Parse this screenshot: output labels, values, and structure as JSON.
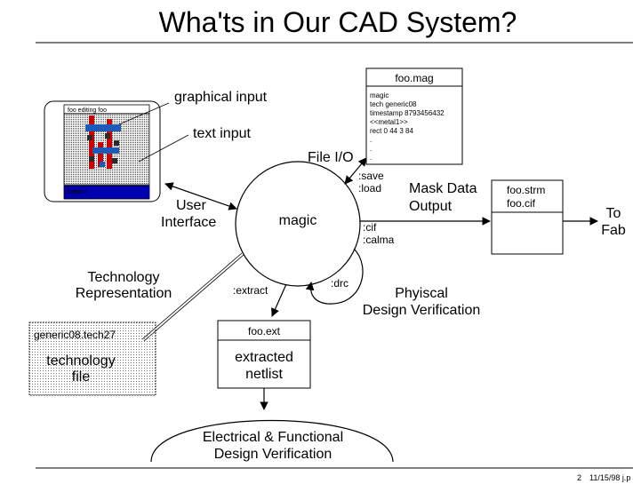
{
  "title": "Wha'ts in Our CAD System?",
  "center": {
    "label": "magic"
  },
  "screenshot_window": {
    "title": "foo editing foo",
    "status": "Gen/cif"
  },
  "labels": {
    "graphical_input": "graphical input",
    "text_input": "text input",
    "user_interface": [
      "User",
      "Interface"
    ],
    "file_io": "File I/O",
    "mask_data_output": [
      "Mask Data",
      "Output"
    ],
    "to_fab": [
      "To",
      "Fab"
    ],
    "technology_representation": [
      "Technology",
      "Representation"
    ],
    "physical_verification": [
      "Phyiscal",
      "Design Verification"
    ],
    "electrical_verification": [
      "Electrical & Functional",
      "Design Verification"
    ]
  },
  "commands": {
    "save": ":save",
    "load": ":load",
    "cif": ":cif",
    "calma": ":calma",
    "extract": ":extract",
    "drc": ":drc"
  },
  "mag_file": {
    "header": "foo.mag",
    "lines": [
      "magic",
      "tech generic08",
      "timestamp 8793456432",
      "<<metal1>>",
      "rect 0 44 3 84",
      ".",
      ".",
      "."
    ]
  },
  "strm_file": {
    "lines": [
      "foo.strm",
      "foo.cif"
    ]
  },
  "tech_file": {
    "header": "generic08.tech27",
    "body": [
      "technology",
      "file"
    ]
  },
  "ext_file": {
    "header": "foo.ext",
    "body": [
      "extracted",
      "netlist"
    ]
  },
  "footer": {
    "page": "2",
    "date": "11/15/98 j.p"
  }
}
